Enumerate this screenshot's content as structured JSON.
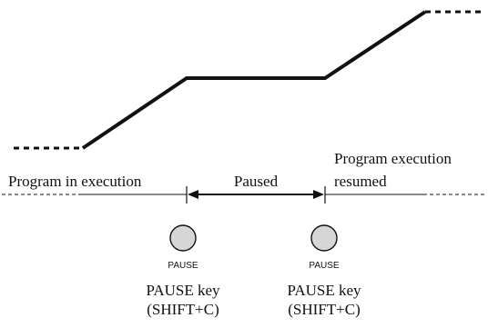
{
  "labels": {
    "program_in_execution": "Program in execution",
    "paused": "Paused",
    "program_execution_line1": "Program execution",
    "program_execution_line2": "resumed"
  },
  "buttons": [
    {
      "caption": "PAUSE",
      "key_label": "PAUSE key",
      "key_combo": "(SHIFT+C)"
    },
    {
      "caption": "PAUSE",
      "key_label": "PAUSE key",
      "key_combo": "(SHIFT+C)"
    }
  ],
  "colors": {
    "line": "#111111",
    "button_fill": "#d6d6d6",
    "background": "#ffffff"
  }
}
